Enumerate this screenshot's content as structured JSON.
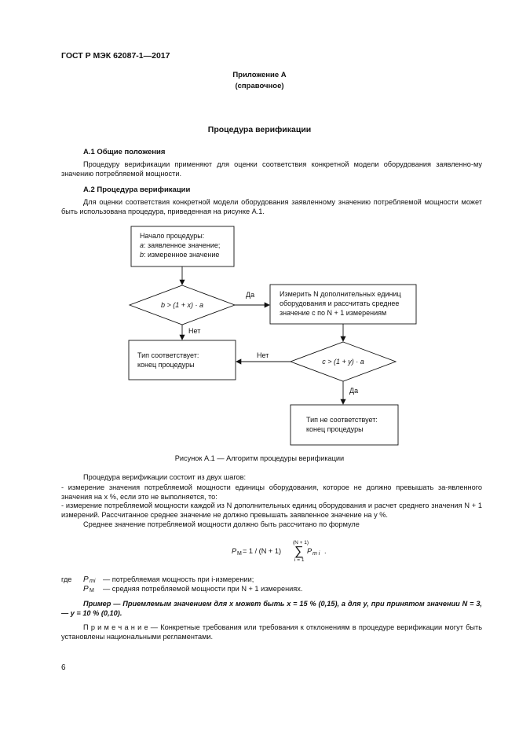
{
  "header": {
    "doc_id": "ГОСТ Р МЭК 62087-1—2017"
  },
  "appendix": {
    "label": "Приложение А",
    "type": "(справочное)"
  },
  "title": "Процедура верификации",
  "section_a1": {
    "heading": "А.1 Общие положения",
    "text": "Процедуру верификации применяют для оценки соответствия конкретной модели оборудования заявленно-му значению потребляемой мощности."
  },
  "section_a2": {
    "heading": "А.2 Процедура верификации",
    "text": "Для оценки соответствия конкретной модели оборудования заявленному значению потребляемой мощности может быть использована процедура, приведенная на рисунке А.1."
  },
  "flowchart": {
    "start_line1": "Начало процедуры:",
    "start_line2_var": "a",
    "start_line2": ": заявленное значение;",
    "start_line3_var": "b",
    "start_line3": ": измеренное значение",
    "decision1": "b > (1 + x) · a",
    "yes1": "Да",
    "no1": "Нет",
    "measure_line1": "Измерить N дополнительных единиц",
    "measure_line2": "оборудования и рассчитать среднее",
    "measure_line3": "значение c по N + 1 измерениям",
    "compliant_line1": "Тип соответствует:",
    "compliant_line2": "конец процедуры",
    "decision2": "c > (1 + y) · a",
    "no2": "Нет",
    "yes2": "Да",
    "noncompliant_line1": "Тип не соответствует:",
    "noncompliant_line2": "конец процедуры"
  },
  "figure_caption": "Рисунок А.1 — Алгоритм процедуры верификации",
  "body": {
    "steps_intro": "Процедура верификации состоит из двух шагов:",
    "step1": "- измерение значения потребляемой мощности единицы оборудования, которое не должно превышать за-явленного значения на x %, если это не выполняется, то:",
    "step2": "- измерение потребляемой мощности каждой из N дополнительных единиц оборудования и расчет среднего значения N + 1 измерений. Рассчитанное среднее значение не должно превышать заявленное значение на y %.",
    "formula_intro": "Среднее значение потребляемой мощности должно быть рассчитано по формуле"
  },
  "formula": {
    "lhs": "P",
    "lhs_sub": "M",
    "eq": " = 1 / (N + 1)",
    "sum_top": "(N + 1)",
    "sum_sign": "∑",
    "sum_bottom": "i = 1",
    "rhs": "P",
    "rhs_sub": "m i",
    "end": "."
  },
  "where": {
    "label": "где",
    "p_mi_sym": "P",
    "p_mi_sub": "mi",
    "p_mi_desc": "— потребляемая мощность при i-измерении;",
    "p_m_sym": "P",
    "p_m_sub": "M",
    "p_m_desc": "— средняя потребляемой мощности при N + 1 измерениях."
  },
  "example": "Пример — Приемлемым значением для x может быть x = 15 % (0,15), а для y, при принятом значении N = 3, — y = 10 % (0,10).",
  "note": {
    "label": "П р и м е ч а н и е",
    "text": " — Конкретные требования или требования к отклонениям в процедуре верификации могут быть установлены национальными регламентами."
  },
  "page_number": "6"
}
